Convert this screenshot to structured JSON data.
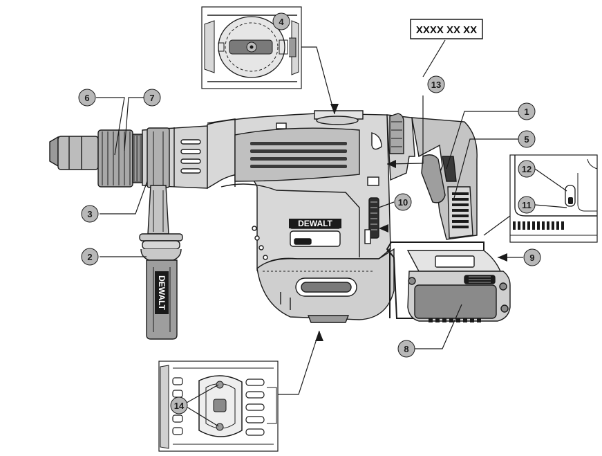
{
  "model_label": "XXXX XX XX",
  "brand": "DEWALT",
  "callouts": [
    "1",
    "2",
    "3",
    "4",
    "5",
    "6",
    "7",
    "8",
    "9",
    "10",
    "11",
    "12",
    "13",
    "14"
  ],
  "colors": {
    "line": "#1a1a1a",
    "body_grey": "#c4c4c4",
    "dark_grey": "#6a6a6a",
    "light_grey": "#e2e2e2",
    "callout_fill": "#b8b8b8"
  }
}
